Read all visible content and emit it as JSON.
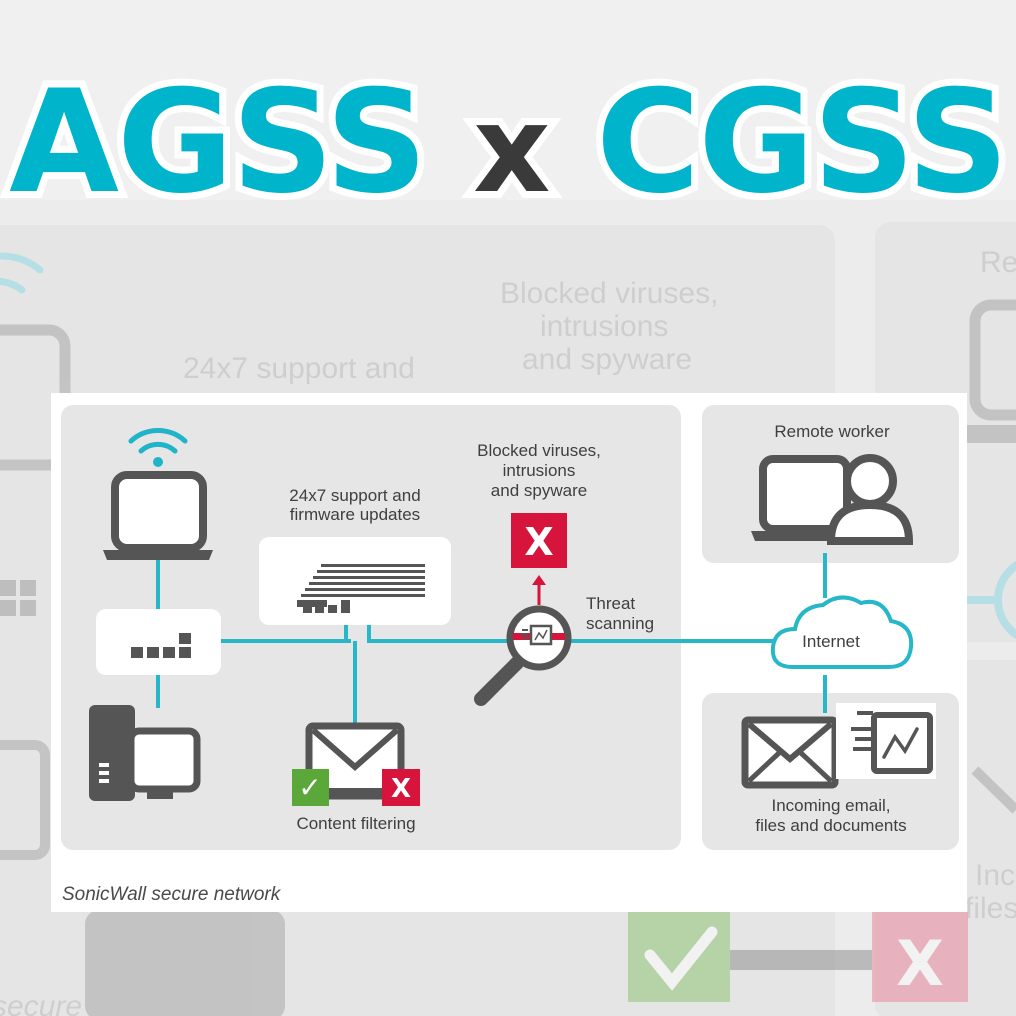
{
  "title": {
    "left": "AGSS",
    "middle": "x",
    "right": "CGSS"
  },
  "diagram": {
    "support_label_line1": "24x7 support and",
    "support_label_line2": "firmware updates",
    "blocked_line1": "Blocked viruses,",
    "blocked_line2": "intrusions",
    "blocked_line3": "and spyware",
    "blocked_mark": "X",
    "threat_line1": "Threat",
    "threat_line2": "scanning",
    "content_filtering": "Content filtering",
    "filter_allow_mark": "✓",
    "filter_block_mark": "X",
    "remote_worker": "Remote worker",
    "internet": "Internet",
    "incoming_line1": "Incoming email,",
    "incoming_line2": "files and documents",
    "caption": "SonicWall secure network"
  },
  "background": {
    "blocked_line1": "Blocked viruses,",
    "blocked_line2": "intrusions",
    "blocked_line3": "and spyware",
    "support_line": "24x7 support and",
    "remote_fragment": "Re",
    "incoming_fragment1": "Inc",
    "incoming_fragment2": "files a",
    "caption_fragment": "secure network",
    "block_mark": "X"
  },
  "colors": {
    "accent": "#00b4cc",
    "line": "#27b7c9",
    "red": "#d6143c",
    "green": "#5aa83a",
    "icon": "#555555",
    "panel": "#e6e6e6"
  }
}
